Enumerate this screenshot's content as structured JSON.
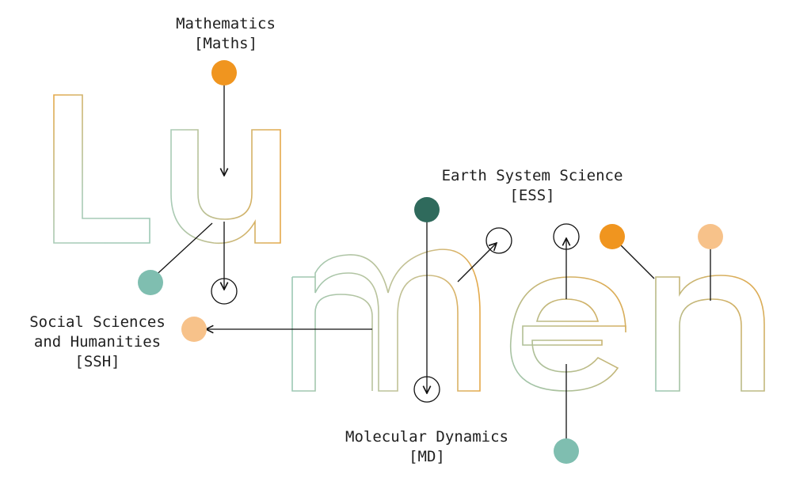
{
  "labels": {
    "maths": {
      "line1": "Mathematics",
      "line2": "[Maths]"
    },
    "ess": {
      "line1": "Earth System Science",
      "line2": "[ESS]"
    },
    "ssh": {
      "line1": "Social Sciences",
      "line2": "and Humanities",
      "line3": "[SSH]"
    },
    "md": {
      "line1": "Molecular Dynamics",
      "line2": "[MD]"
    }
  },
  "colors": {
    "orange": "#f0951f",
    "light_orange": "#f7c28a",
    "teal": "#7fbeb0",
    "dark_green": "#2f6a5c",
    "outline_green": "#9cc8b4",
    "outline_gold": "#e4a94a"
  }
}
